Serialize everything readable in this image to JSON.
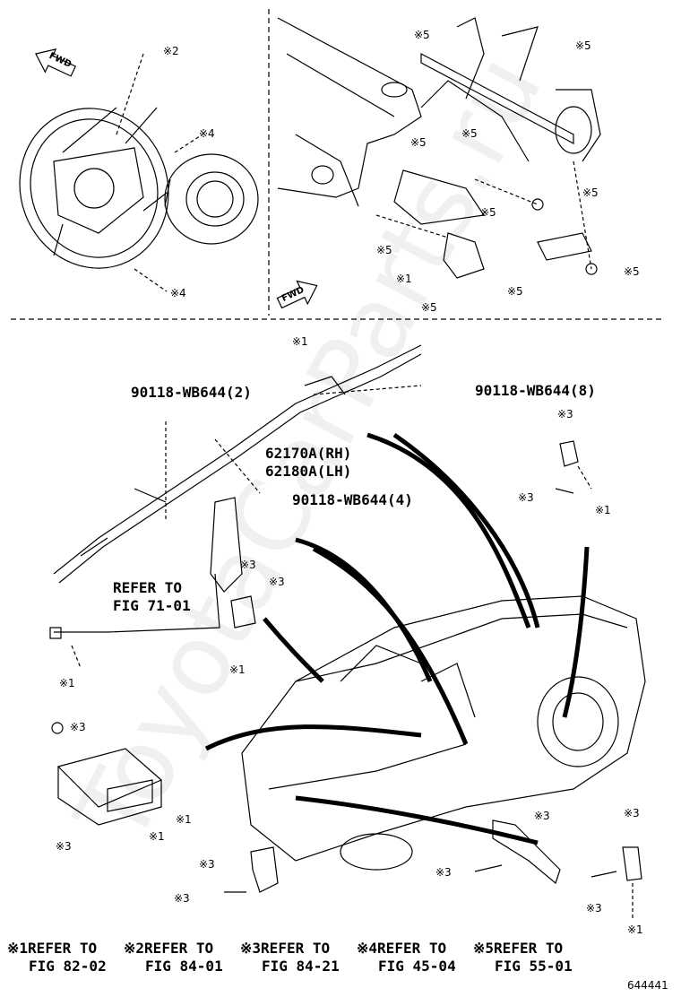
{
  "fwd_label": "FWD",
  "watermark": "ToyotaCarParts.ru",
  "part_labels": {
    "bolt_2": "90118-WB644(2)",
    "bolt_8": "90118-WB644(8)",
    "bolt_4": "90118-WB644(4)",
    "curtain_rh": "62170A(RH)",
    "curtain_lh": "62180A(LH)"
  },
  "refer": {
    "line1": "REFER TO",
    "line2": "FIG 71-01"
  },
  "callouts": {
    "c1": "※1",
    "c2": "※2",
    "c3": "※3",
    "c4": "※4",
    "c5": "※5"
  },
  "legend": [
    {
      "mark": "※1",
      "refer": "REFER TO",
      "fig": "FIG 82-02"
    },
    {
      "mark": "※2",
      "refer": "REFER TO",
      "fig": "FIG 84-01"
    },
    {
      "mark": "※3",
      "refer": "REFER TO",
      "fig": "FIG 84-21"
    },
    {
      "mark": "※4",
      "refer": "REFER TO",
      "fig": "FIG 45-04"
    },
    {
      "mark": "※5",
      "refer": "REFER TO",
      "fig": "FIG 55-01"
    }
  ],
  "figure_id": "644441"
}
